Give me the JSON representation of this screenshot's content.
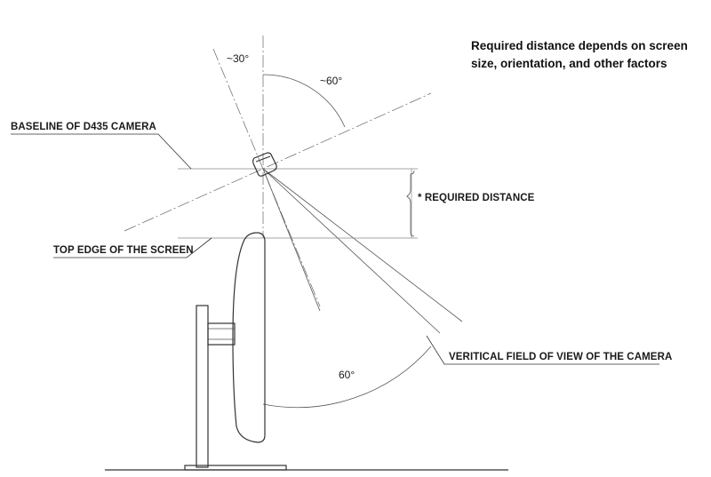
{
  "note": {
    "line1": "Required distance depends on screen",
    "line2": "size, orientation, and other factors"
  },
  "labels": {
    "baseline": "BASELINE OF D435 CAMERA",
    "top_edge": "TOP EDGE OF THE SCREEN",
    "required_distance": "* REQUIRED DISTANCE",
    "vertical_fov": "VERITICAL FIELD OF VIEW OF THE CAMERA"
  },
  "angles": {
    "tilt_small": "~30°",
    "tilt_large": "~60°",
    "fov": "60°"
  }
}
